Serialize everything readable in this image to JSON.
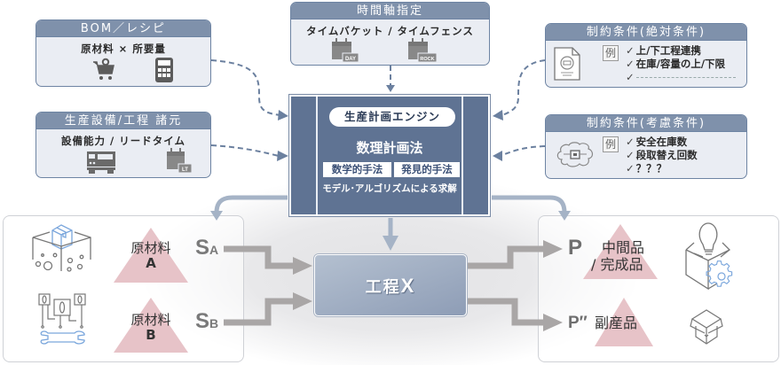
{
  "bom": {
    "title": "BOM／レシピ",
    "subtitle": "原材料 × 所要量",
    "icons": [
      "cart-gear-icon",
      "calculator-icon"
    ]
  },
  "time_axis": {
    "title": "時間軸指定",
    "subtitle": "タイムバケット / タイムフェンス",
    "icons": [
      {
        "name": "calendar-day-icon",
        "badge": "DAY"
      },
      {
        "name": "calendar-lock-icon",
        "badge": "ROCK"
      }
    ]
  },
  "equipment": {
    "title": "生産設備/工程 諸元",
    "subtitle": "設備能力 / リードタイム",
    "icons": [
      {
        "name": "machine-icon"
      },
      {
        "name": "calendar-lt-icon",
        "badge": "LT"
      }
    ]
  },
  "hard_constraints": {
    "title": "制約条件(絶対条件)",
    "example_tag": "例",
    "items": [
      "上/下工程連携",
      "在庫/容量の上/下限",
      ""
    ],
    "check": "✓"
  },
  "soft_constraints": {
    "title": "制約条件(考慮条件)",
    "example_tag": "例",
    "items": [
      "安全在庫数",
      "段取替え回数",
      "？？？"
    ],
    "check": "✓"
  },
  "engine": {
    "title": "生産計画エンジン",
    "main": "数理計画法",
    "methods": [
      "数学的手法",
      "発見的手法"
    ],
    "footer": "モデル･アルゴリズムによる求解"
  },
  "inputs": [
    {
      "name": "原材料",
      "letter": "A",
      "supply": "S",
      "supply_sub": "A"
    },
    {
      "name": "原材料",
      "letter": "B",
      "supply": "S",
      "supply_sub": "B"
    }
  ],
  "process": {
    "label": "工程",
    "id": "X"
  },
  "outputs": [
    {
      "symbol": "P",
      "label_line1": "中間品",
      "label_line2": "/ 完成品"
    },
    {
      "symbol": "P″",
      "label_line1": "副産品",
      "label_line2": ""
    }
  ],
  "colors": {
    "box_header": "#7f91ab",
    "box_border": "#6e84a3",
    "box_bg": "#eaedf3",
    "engine": "#5f7393",
    "triangle": "#e7c3c8",
    "flow_arrow": "#a9a6a6",
    "accent_blue": "#7aa6dc"
  }
}
